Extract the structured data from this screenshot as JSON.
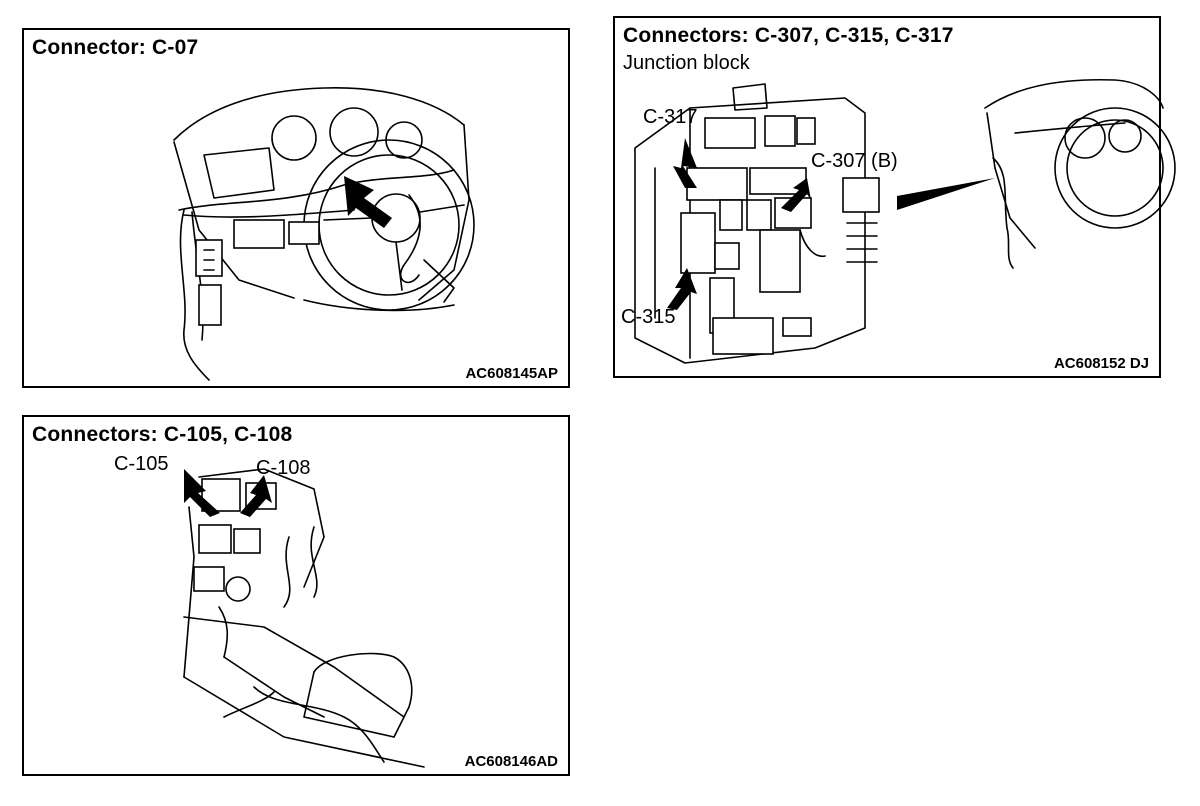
{
  "panels": {
    "c07": {
      "title": "Connector: C-07",
      "code": "AC608145AP"
    },
    "junction": {
      "title": "Connectors: C-307, C-315, C-317",
      "subtitle": "Junction block",
      "callouts": {
        "c317": "C-317",
        "c307": "C-307 (B)",
        "c315": "C-315"
      },
      "code": "AC608152 DJ"
    },
    "console": {
      "title": "Connectors: C-105, C-108",
      "callouts": {
        "c105": "C-105",
        "c108": "C-108"
      },
      "code": "AC608146AD"
    }
  }
}
